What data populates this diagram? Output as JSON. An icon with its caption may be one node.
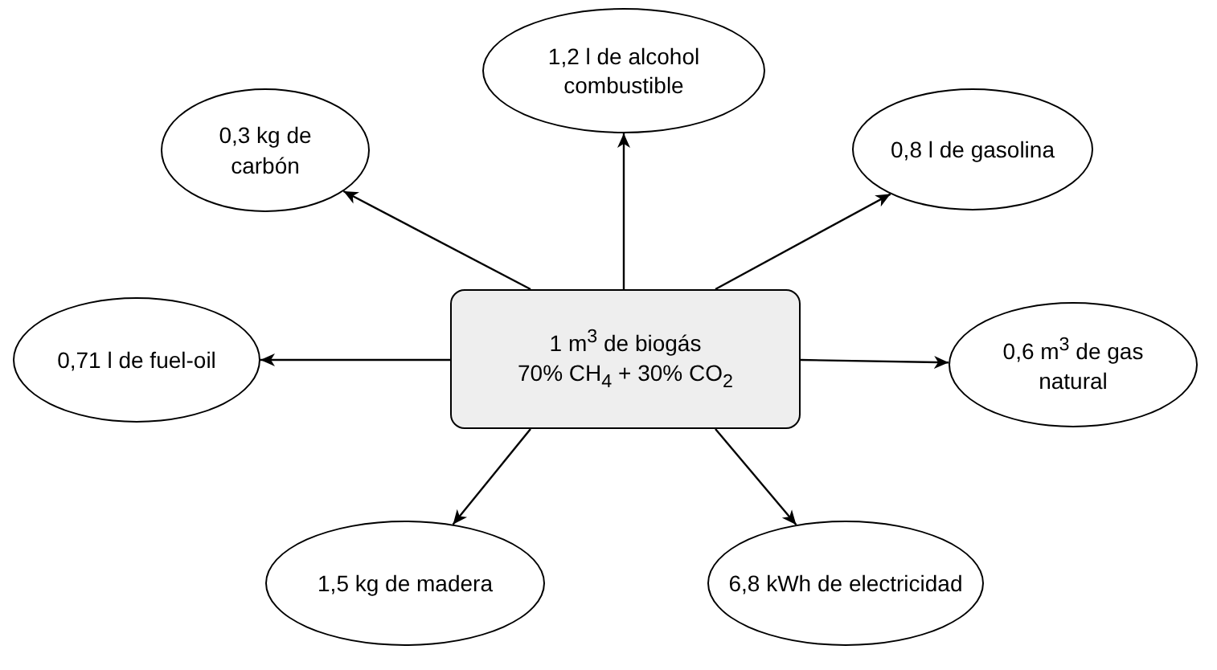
{
  "diagram": {
    "nodes": [
      {
        "text": [
          "1,2 l de alcohol combustible"
        ]
      },
      {
        "text": [
          "0,3 kg de carbón"
        ]
      },
      {
        "text": [
          "0,8 l de gasolina"
        ]
      },
      {
        "text": [
          "0,71 l de fuel-oil"
        ]
      },
      {
        "text": [
          "1 m$^{3}$ de biogás",
          "70% CH$_{4}$ + 30% CO$_{2}$"
        ]
      },
      {
        "text": [
          "0,6 m$^{3}$ de gas natural"
        ]
      },
      {
        "text": [
          "1,5 kg de madera"
        ]
      },
      {
        "text": [
          "6,8 kWh de electricidad"
        ]
      }
    ],
    "edges": [
      {
        "from": 4,
        "to": 0,
        "arrow": "to"
      },
      {
        "from": 4,
        "to": 1,
        "arrow": "to"
      },
      {
        "from": 4,
        "to": 2,
        "arrow": "to"
      },
      {
        "from": 4,
        "to": 3,
        "arrow": "to"
      },
      {
        "from": 4,
        "to": 5,
        "arrow": "to"
      },
      {
        "from": 4,
        "to": 6,
        "arrow": "to"
      },
      {
        "from": 4,
        "to": 7,
        "arrow": "to"
      }
    ]
  }
}
